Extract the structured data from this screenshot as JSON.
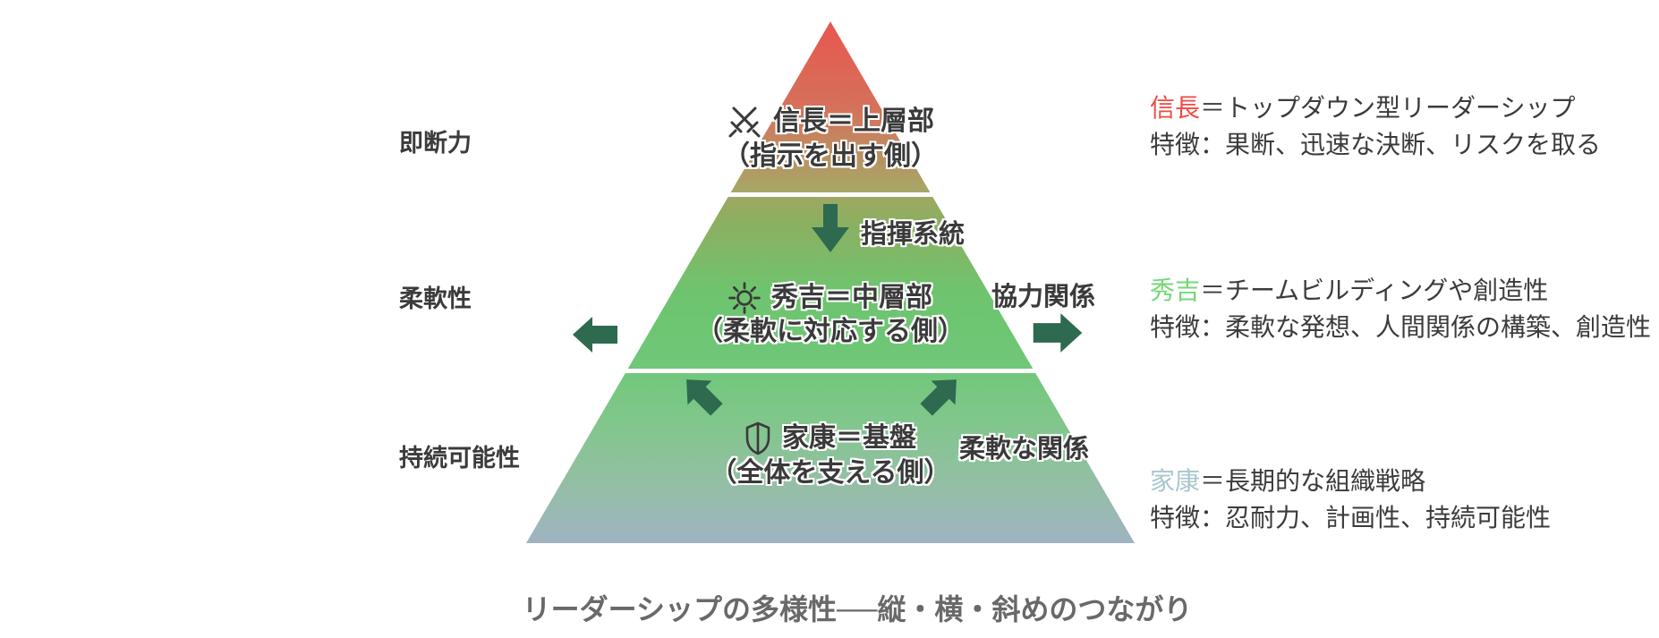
{
  "pyramid": {
    "levels": [
      {
        "icon": "crossed-swords",
        "line1": "信長＝上層部",
        "line2": "（指示を出す側）"
      },
      {
        "icon": "sun",
        "line1": "秀吉＝中層部",
        "line2": "（柔軟に対応する側）"
      },
      {
        "icon": "shield",
        "line1": "家康＝基盤",
        "line2": "（全体を支える側）"
      }
    ]
  },
  "left_labels": [
    {
      "label": "即断力"
    },
    {
      "label": "柔軟性"
    },
    {
      "label": "持続可能性"
    }
  ],
  "connectors": {
    "command": "指揮系統",
    "cooperation": "協力関係",
    "flexible": "柔軟な関係"
  },
  "right_notes": [
    {
      "name": "信長",
      "name_color": "#f04a42",
      "title": "＝トップダウン型リーダーシップ",
      "features": "特徴：果断、迅速な決断、リスクを取る"
    },
    {
      "name": "秀吉",
      "name_color": "#74d874",
      "title": "＝チームビルディングや創造性",
      "features": "特徴：柔軟な発想、人間関係の構築、創造性"
    },
    {
      "name": "家康",
      "name_color": "#a9c6ce",
      "title": "＝長期的な組織戦略",
      "features": "特徴：忍耐力、計画性、持続可能性"
    }
  ],
  "caption": "リーダーシップの多様性──縦・横・斜めのつながり",
  "colors": {
    "arrow_green": "#2d6a4f",
    "pyramid_top": "#e8574f",
    "pyramid_olive": "#a8a566",
    "pyramid_green": "#6ec46e",
    "pyramid_bottom": "#9fb3c1",
    "caption_gray": "#696969"
  }
}
